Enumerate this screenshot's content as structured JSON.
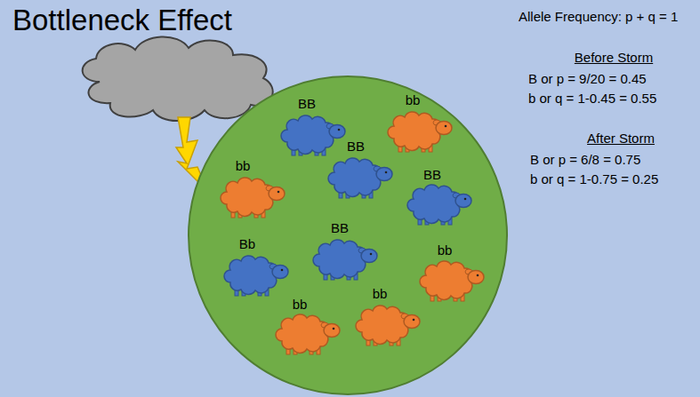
{
  "diagram": {
    "title": "Bottleneck Effect",
    "nodes": [
      {
        "text": [
          "BB",
          "bb",
          "BB",
          "bb",
          "BB",
          "BB",
          "Bb",
          "bb",
          "bb",
          "bb"
        ]
      }
    ],
    "labels": [
      "Allele Frequency: p + q = 1",
      "Before Storm",
      "B or p = 9/20 = 0.45",
      "b or q = 1-0.45 = 0.55",
      "After Storm",
      "B or p = 6/8 = 0.75",
      "b or q = 1-0.75 = 0.25"
    ]
  }
}
